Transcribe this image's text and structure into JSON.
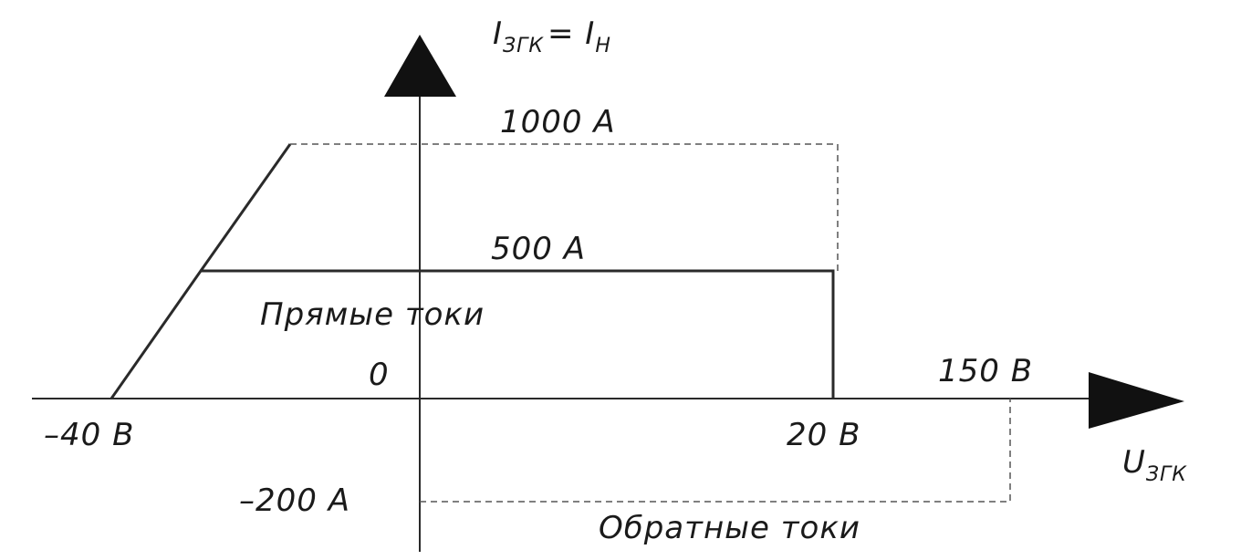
{
  "axes": {
    "y_label_main": "I",
    "y_label_sub1": "ЗГК",
    "y_label_eq": "= I",
    "y_label_sub2": "Н",
    "x_label_main": "U",
    "x_label_sub": "ЗГК"
  },
  "ticks": {
    "i_1000": "1000 A",
    "i_500": "500 A",
    "zero": "0",
    "u_150": "150 B",
    "u_minus40": "–40 B",
    "u_20": "20 B",
    "i_minus200": "–200 A"
  },
  "regions": {
    "forward": "Прямые токи",
    "reverse": "Обратные токи"
  }
}
